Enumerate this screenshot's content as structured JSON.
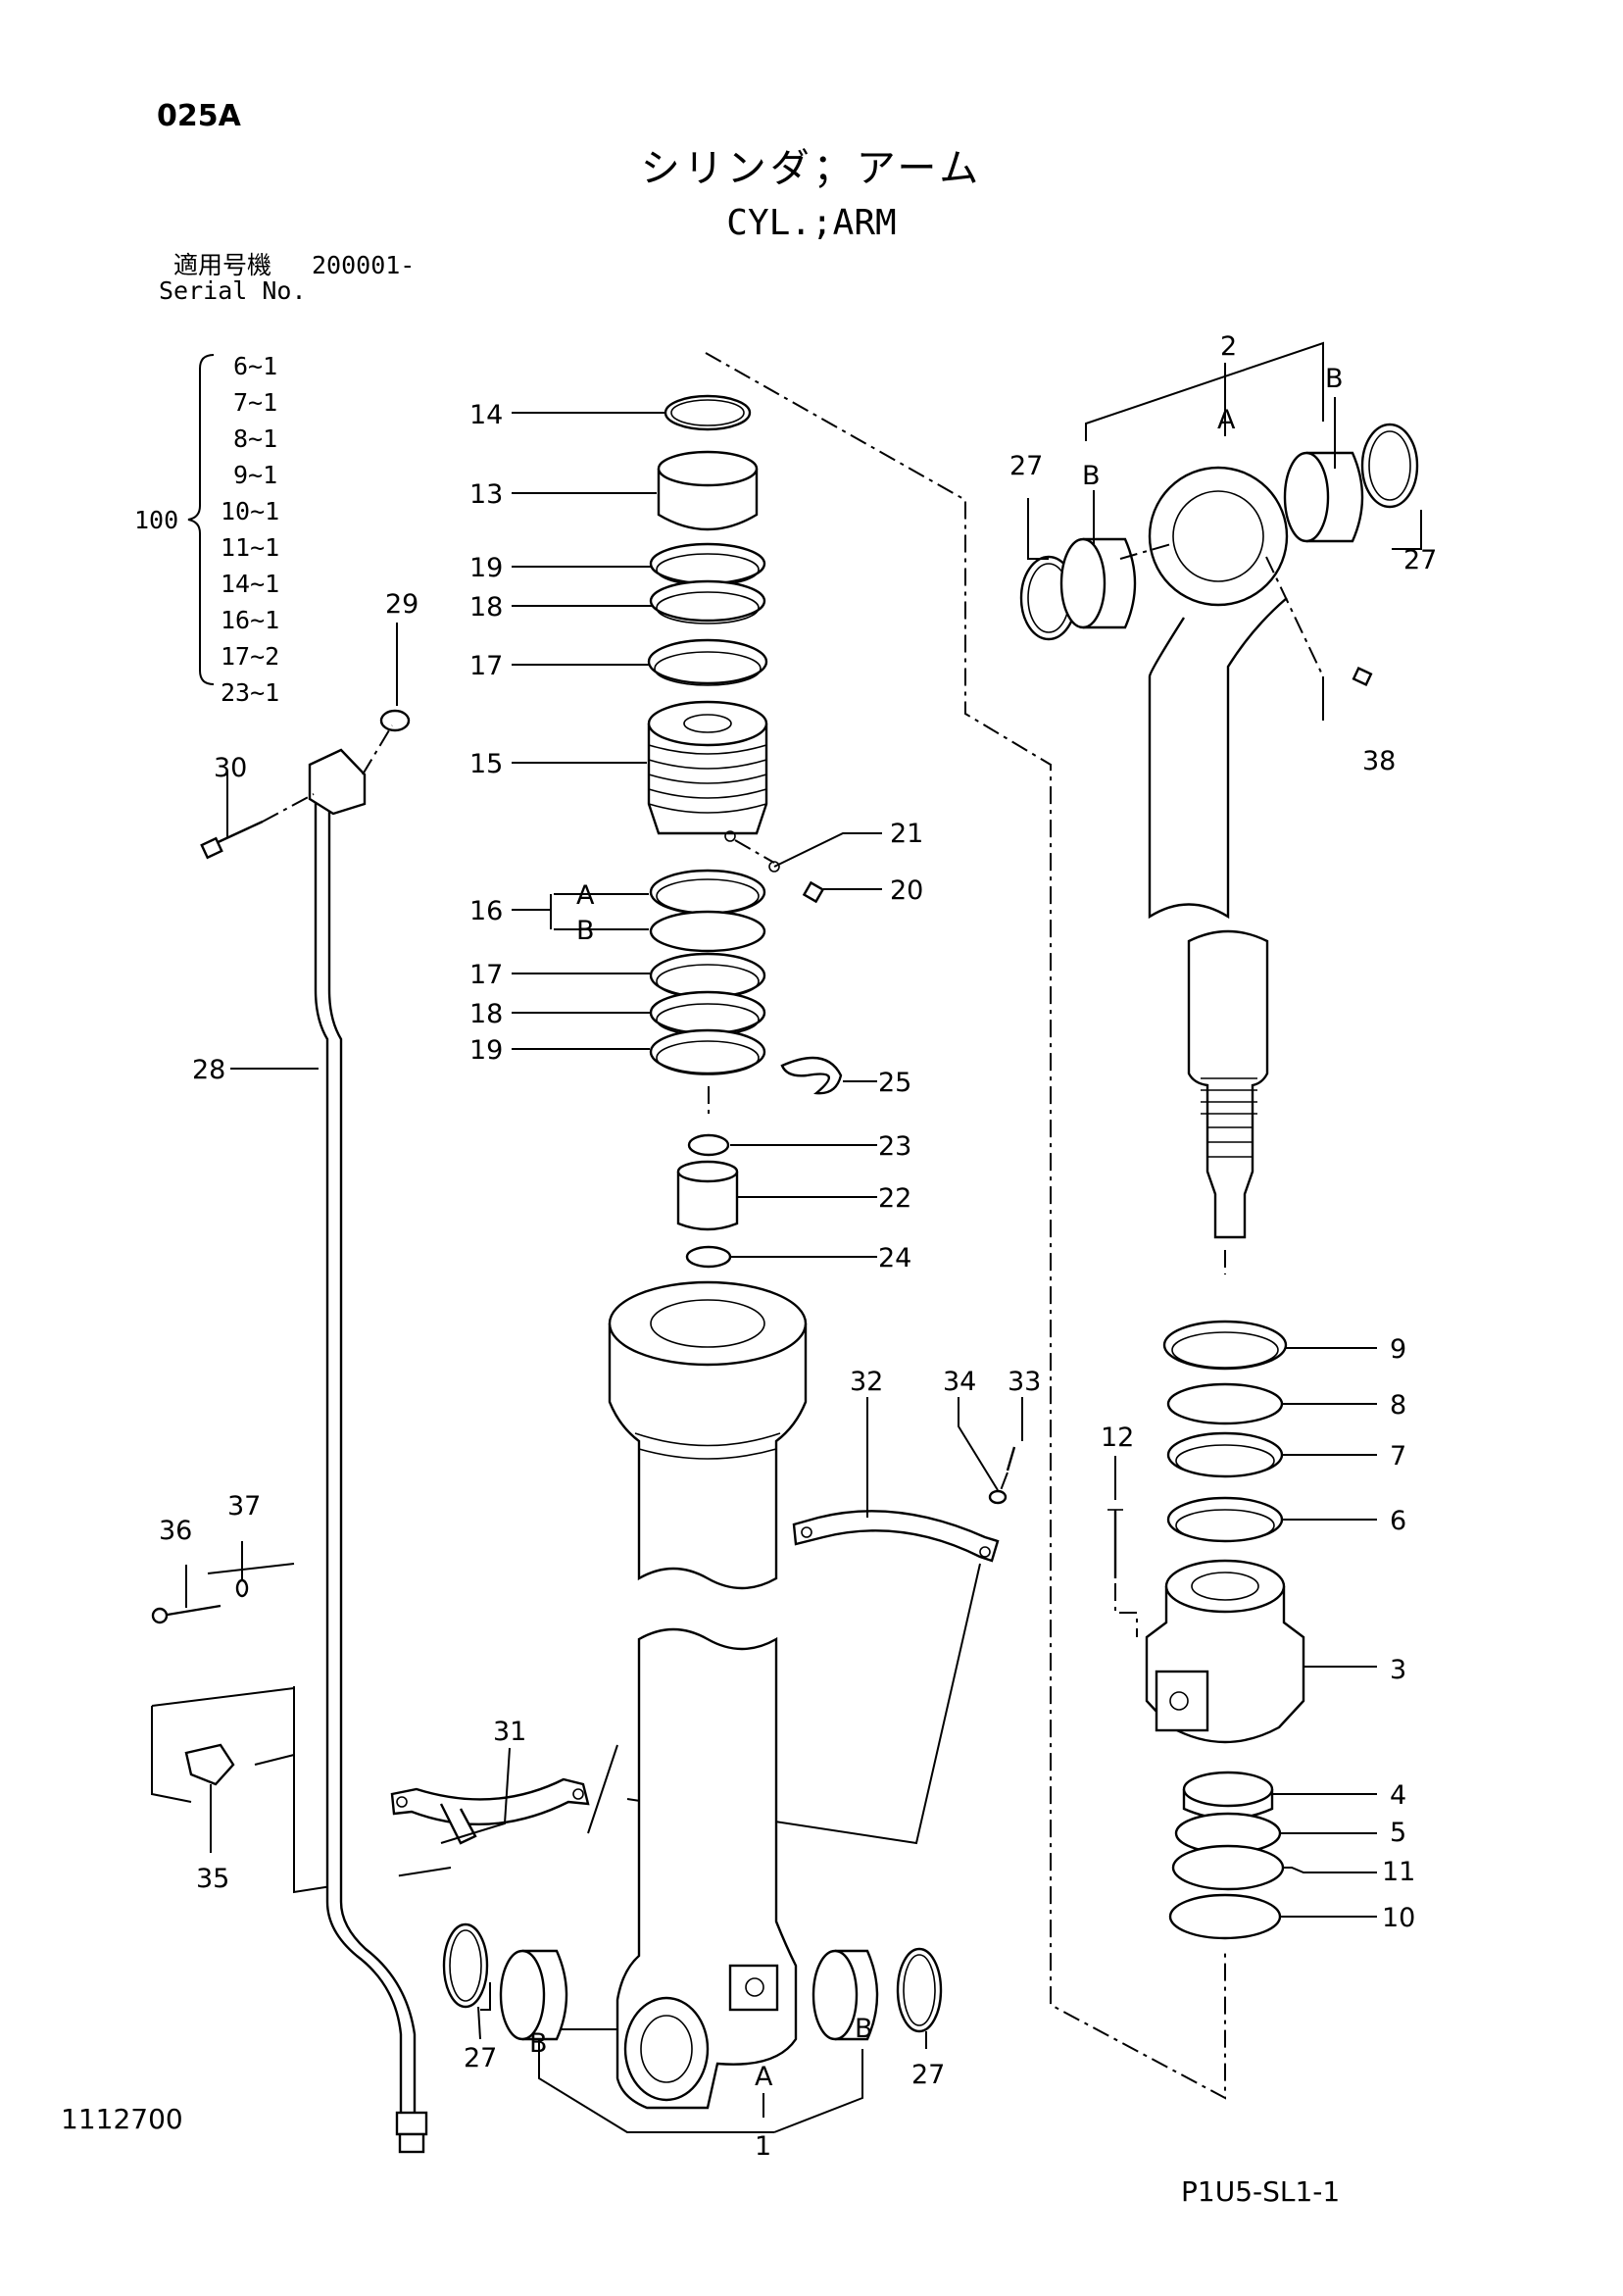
{
  "header": {
    "page_code": "025A",
    "title_jp": "シリンダ；アーム",
    "title_en": "CYL.;ARM",
    "serial_label_jp": "適用号機",
    "serial_value": "200001-",
    "serial_label_en": "Serial No."
  },
  "kit": {
    "number": "100",
    "items": [
      "6~1",
      "7~1",
      "8~1",
      "9~1",
      "10~1",
      "11~1",
      "14~1",
      "16~1",
      "17~2",
      "23~1"
    ]
  },
  "callouts": {
    "c1": "1",
    "c2": "2",
    "c3": "3",
    "c4": "4",
    "c5": "5",
    "c6": "6",
    "c7": "7",
    "c8": "8",
    "c9": "9",
    "c10": "10",
    "c11": "11",
    "c12": "12",
    "c13": "13",
    "c14": "14",
    "c15": "15",
    "c16": "16",
    "c17": "17",
    "c18": "18",
    "c19": "19",
    "c20": "20",
    "c21": "21",
    "c22": "22",
    "c23": "23",
    "c24": "24",
    "c25": "25",
    "c27": "27",
    "c28": "28",
    "c29": "29",
    "c30": "30",
    "c31": "31",
    "c32": "32",
    "c33": "33",
    "c34": "34",
    "c35": "35",
    "c36": "36",
    "c37": "37",
    "c38": "38",
    "A": "A",
    "B": "B"
  },
  "footer": {
    "drawing_number": "1112700",
    "page_ref": "P1U5-SL1-1"
  }
}
